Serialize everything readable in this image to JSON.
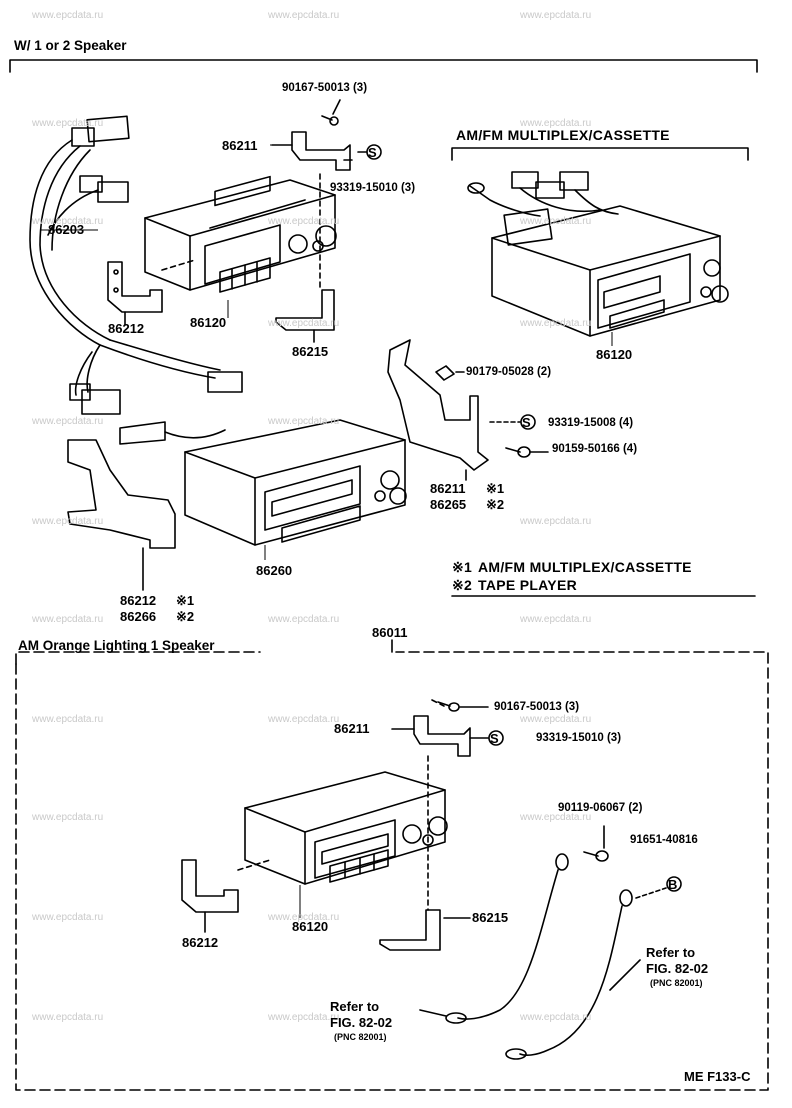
{
  "watermark": "www.epcdata.ru",
  "sections": {
    "top_title": "W/ 1 or 2 Speaker",
    "bottom_title": "AM  Orange Lighting 1 Speaker",
    "bottom_assembly_number": "86011",
    "multiplex_title": "AM/FM MULTIPLEX/CASSETTE"
  },
  "top_labels": {
    "p90167": "90167-50013 (3)",
    "p86211": "86211",
    "p93319": "93319-15010 (3)",
    "p86203": "86203",
    "p86212": "86212",
    "p86120": "86120",
    "p86215": "86215",
    "p86120_mx": "86120"
  },
  "middle_labels": {
    "p90179": "90179-05028 (2)",
    "p93319_15008": "93319-15008 (4)",
    "p90159": "90159-50166 (4)",
    "p86211": "86211",
    "p86265": "86265",
    "p86260": "86260",
    "p86212": "86212",
    "p86266": "86266",
    "mark1": "※1",
    "mark2": "※2"
  },
  "legend": {
    "l1_mark": "※1",
    "l1_text": "AM/FM MULTIPLEX/CASSETTE",
    "l2_mark": "※2",
    "l2_text": "TAPE PLAYER"
  },
  "bottom_labels": {
    "p90167": "90167-50013 (3)",
    "p86211": "86211",
    "p93319": "93319-15010 (3)",
    "p90119": "90119-06067 (2)",
    "p91651": "91651-40816",
    "p86212": "86212",
    "p86120": "86120",
    "p86215": "86215",
    "refer_right_1": "Refer to",
    "refer_right_2": "FIG. 82-02",
    "refer_right_3": "(PNC 82001)",
    "refer_left_1": "Refer to",
    "refer_left_2": "FIG. 82-02",
    "refer_left_3": "(PNC 82001)"
  },
  "symbols": {
    "s": "S",
    "b": "B"
  },
  "footer": "ME  F133-C"
}
